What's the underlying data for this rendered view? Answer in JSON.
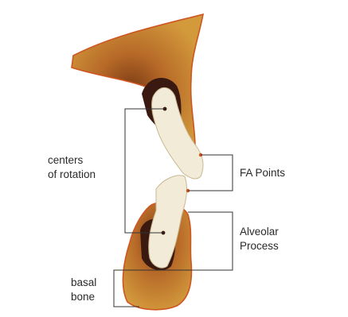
{
  "labels": {
    "centers_line1": "centers",
    "centers_line2": "of rotation",
    "fa_points": "FA Points",
    "alveolar_line1": "Alveolar",
    "alveolar_line2": "Process",
    "basal_line1": "basal",
    "basal_line2": "bone"
  },
  "colors": {
    "bone": "#d39a3c",
    "bone_edge": "#cf5520",
    "socket": "#3a1a10",
    "tooth": "#f2ebd8",
    "leader": "#333333"
  }
}
